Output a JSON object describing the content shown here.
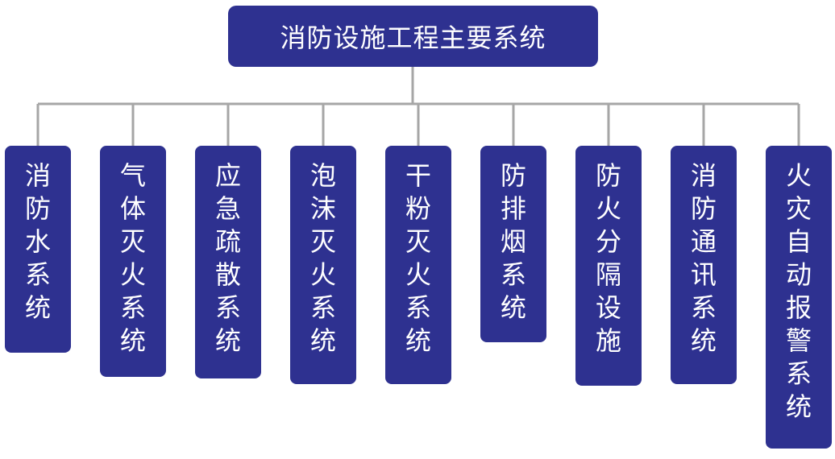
{
  "root": {
    "label": "消防设施工程主要系统"
  },
  "children": [
    {
      "label": "消防水系统"
    },
    {
      "label": "气体灭火系统"
    },
    {
      "label": "应急疏散系统"
    },
    {
      "label": "泡沫灭火系统"
    },
    {
      "label": "干粉灭火系统"
    },
    {
      "label": "防排烟系统"
    },
    {
      "label": "防火分隔设施"
    },
    {
      "label": "消防通讯系统"
    },
    {
      "label": "火灾自动报警系统"
    }
  ],
  "colors": {
    "node_fill": "#2e3190",
    "node_text": "#ffffff",
    "connector": "#a6a6a6"
  }
}
